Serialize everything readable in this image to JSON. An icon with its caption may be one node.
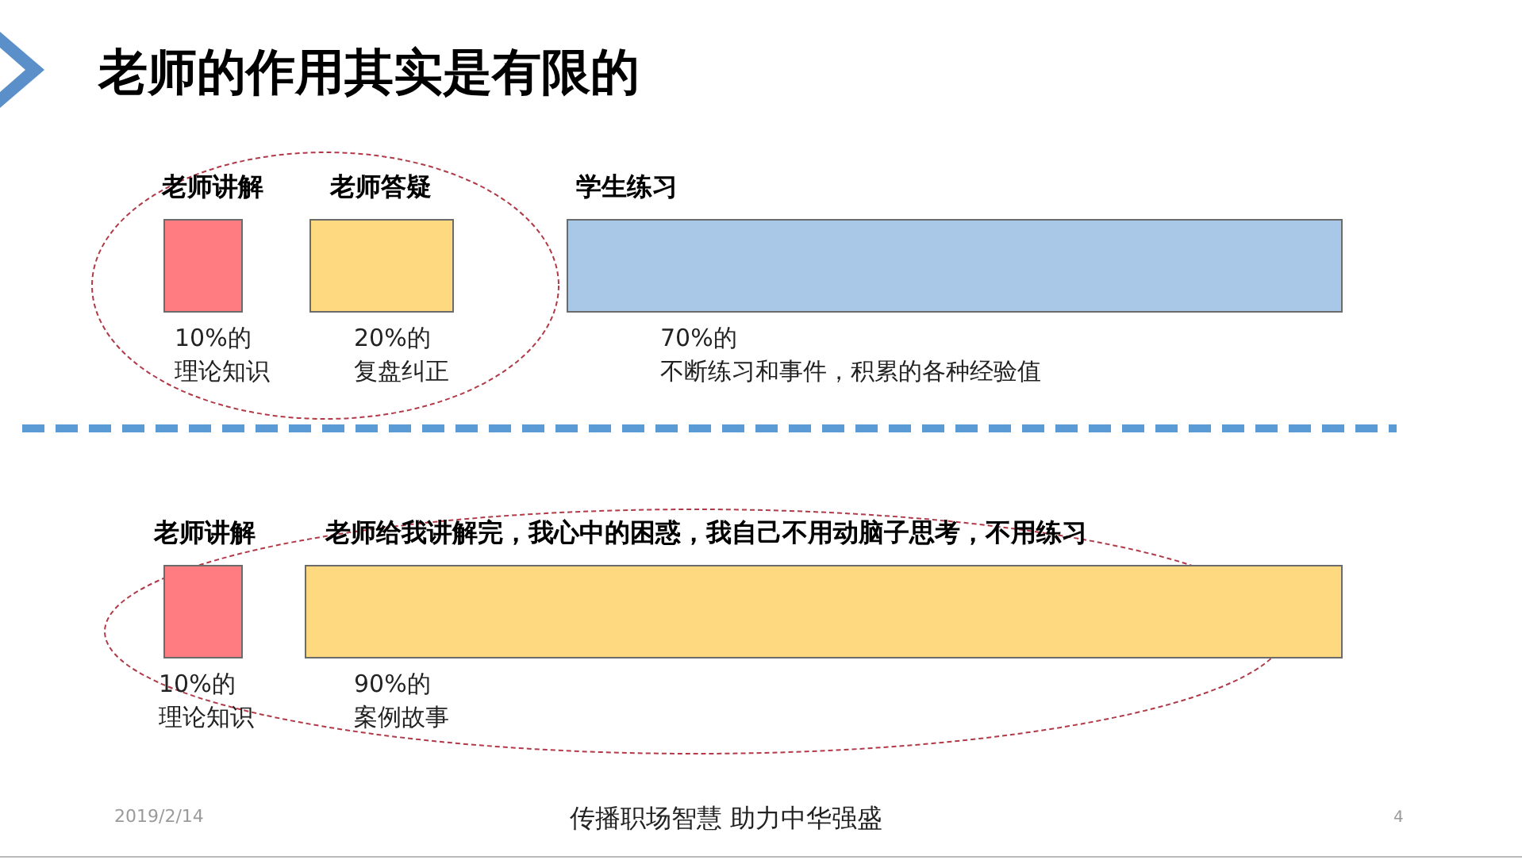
{
  "diagram": {
    "title": "老师的作用其实是有限的",
    "nodes": [
      {
        "text": [
          "老师讲解"
        ],
        "beside": [
          "10%的",
          "理论知识"
        ]
      },
      {
        "text": [
          "老师答疑"
        ],
        "beside": [
          "20%的",
          "复盘纠正"
        ]
      },
      {
        "text": [
          "学生练习"
        ],
        "beside": [
          "70%的",
          "不断练习和事件，积累的各种经验值"
        ]
      },
      {
        "text": [
          "老师讲解"
        ],
        "beside": [
          "10%的",
          "理论知识"
        ]
      },
      {
        "text": [
          "老师给我讲解完，我心中的困惑，我自己不用动脑子思考，不用练习"
        ],
        "beside": [
          "90%的",
          "案例故事"
        ]
      }
    ],
    "labels": [
      "2019/2/14",
      "传播职场智慧 助力中华强盛",
      "4"
    ]
  }
}
